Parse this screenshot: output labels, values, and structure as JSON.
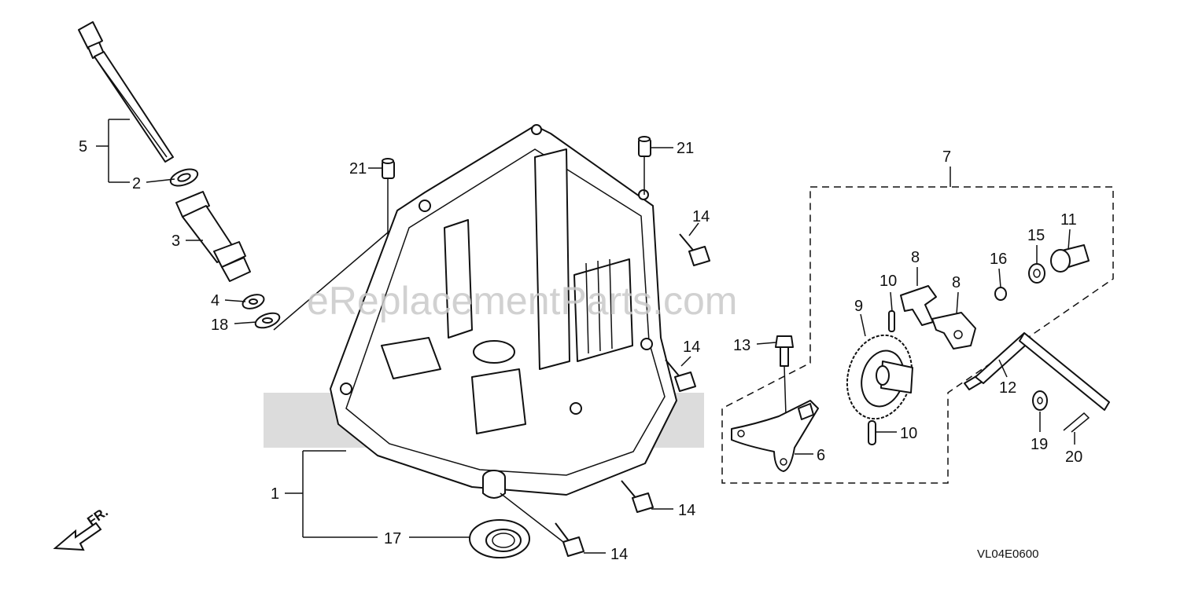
{
  "watermark": "eReplacementParts.com",
  "diagram_code": "VL04E0600",
  "front_marker": "FR.",
  "callouts": {
    "c1": "1",
    "c2": "2",
    "c3": "3",
    "c4": "4",
    "c5": "5",
    "c6": "6",
    "c7": "7",
    "c8a": "8",
    "c8b": "8",
    "c9": "9",
    "c10a": "10",
    "c10b": "10",
    "c11": "11",
    "c12": "12",
    "c13": "13",
    "c14a": "14",
    "c14b": "14",
    "c14c": "14",
    "c14d": "14",
    "c15": "15",
    "c16": "16",
    "c17": "17",
    "c18": "18",
    "c19": "19",
    "c20": "20",
    "c21a": "21",
    "c21b": "21"
  }
}
